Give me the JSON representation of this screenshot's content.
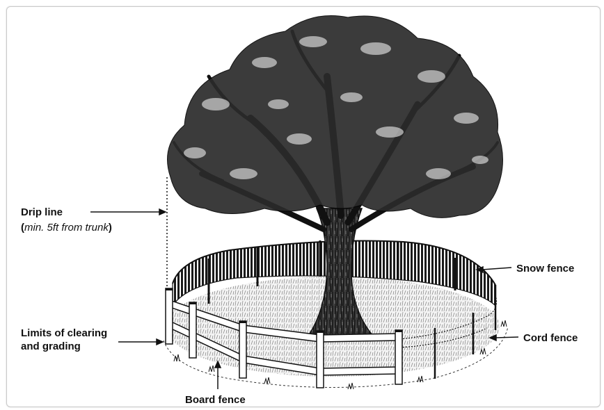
{
  "labels": {
    "drip_line": "Drip line",
    "drip_line_note_open": "(",
    "drip_line_note": "min. 5ft from trunk",
    "drip_line_note_close": ")",
    "snow_fence": "Snow fence",
    "cord_fence": "Cord fence",
    "limits_line1": "Limits of clearing",
    "limits_line2": "and grading",
    "board_fence": "Board fence"
  }
}
